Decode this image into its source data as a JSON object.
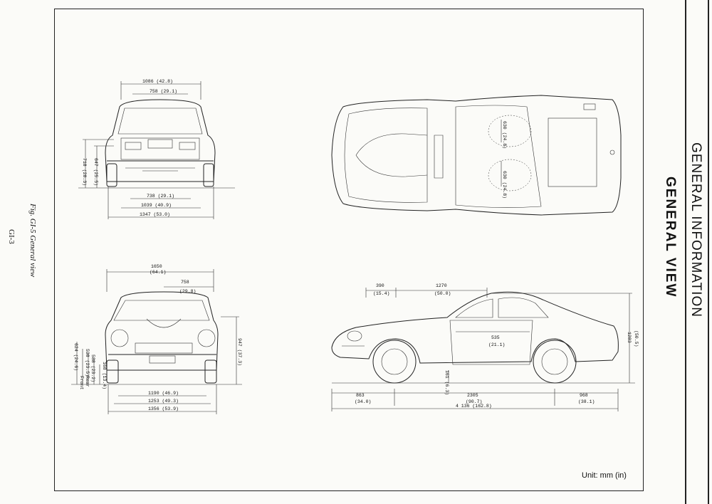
{
  "section_title": "GENERAL INFORMATION",
  "subsection_title": "GENERAL VIEW",
  "caption": "Fig. GI-5  General view",
  "page_number": "GI-3",
  "unit_label": "Unit:  mm (in)",
  "rear_view": {
    "width_overall": "1086 (42.8)",
    "width_top": "758 (29.1)",
    "height_718": "718 (28.3)",
    "height_647": "647 (25.5)",
    "track_inner": "738 (29.1)",
    "track": "1039 (40.9)",
    "width": "1347 (53.0)"
  },
  "front_view": {
    "width_1650": "1650",
    "width_1650_in": "(64.1)",
    "width_758": "758",
    "width_758_in": "(29.8)",
    "height_947": "947 (37.3)",
    "height_624": "624 (24.6)",
    "front_label": "Front",
    "rear_label": "Rear",
    "front_val": "598 (23.5)",
    "rear_val": "588 (23.2)",
    "ground_val": "168 (13.4)",
    "track_front": "1190 (46.9)",
    "track_1253": "1253 (49.3)",
    "width_1356": "1356 (53.9)"
  },
  "top_view": {
    "seat_upper": "630 (24.8)",
    "seat_lower": "630 (24.8)"
  },
  "side_view": {
    "overhang_390": "390",
    "overhang_390_in": "(15.4)",
    "dim_1270": "1270",
    "dim_1270_in": "(50.0)",
    "door_535": "535",
    "door_535_in": "(21.1)",
    "height_1283": "1283",
    "height_1283_in": "(50.5)",
    "ground_161": "161 (6.3)",
    "front_overhang": "863",
    "front_overhang_in": "(34.0)",
    "wheelbase": "2305",
    "wheelbase_in": "(90.7)",
    "rear_overhang": "968",
    "rear_overhang_in": "(38.1)",
    "length": "4 136 (162.8)"
  }
}
